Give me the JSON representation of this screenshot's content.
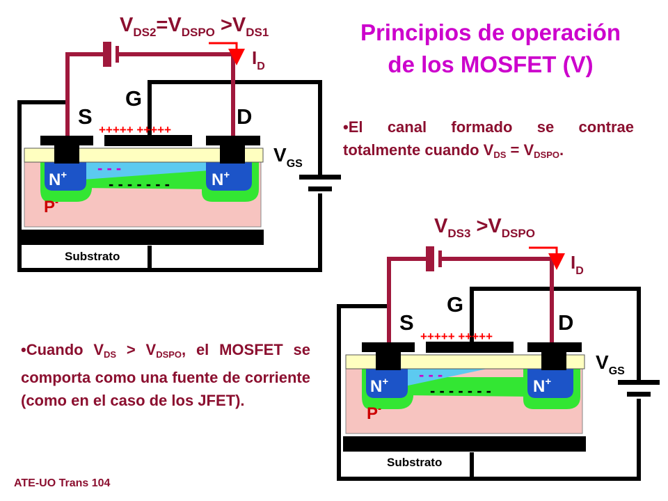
{
  "slide": {
    "title_line1": "Principios de operación",
    "title_line2": "de los MOSFET (V)",
    "footer": "ATE-UO Trans 104"
  },
  "text1": {
    "bullet": "•",
    "before": "El canal formado se contrae totalmente cuando V",
    "sub1": "DS",
    "mid": " = V",
    "sub2": "DSPO",
    "after": "."
  },
  "text2": {
    "bullet": "•",
    "before": "Cuando V",
    "sub1": "DS",
    "mid": " > V",
    "sub2": "DSPO",
    "after": ", el MOSFET se comporta como una fuente de corriente (como en el caso de los JFET)."
  },
  "diagram_top": {
    "vds_v1": "V",
    "vds_s1": "DS2",
    "vds_eq": "=V",
    "vds_s2": "DSPO",
    "vds_gt": " >V",
    "vds_s3": "DS1",
    "id_main": "I",
    "id_sub": "D",
    "gate": "G",
    "source": "S",
    "drain": "D",
    "plus_charges": "+++++ +++++",
    "minus_top": "-  -  -",
    "minus_bottom": "- - - - - - -",
    "n_left": "N",
    "n_left_sup": "+",
    "n_right": "N",
    "n_right_sup": "+",
    "p_label": "P",
    "p_sup": "-",
    "vgs_main": "V",
    "vgs_sub": "GS",
    "substrate": "Substrato"
  },
  "diagram_bottom": {
    "vds_v1": "V",
    "vds_s1": "DS3",
    "vds_gt": " >V",
    "vds_s2": "DSPO",
    "id_main": "I",
    "id_sub": "D",
    "gate": "G",
    "source": "S",
    "drain": "D",
    "plus_charges": "+++++ +++++",
    "minus_top": "-  -  -",
    "minus_bottom": "- - - - - - -",
    "n_left": "N",
    "n_left_sup": "+",
    "n_right": "N",
    "n_right_sup": "+",
    "p_label": "P",
    "p_sup": "-",
    "vgs_main": "V",
    "vgs_sub": "GS",
    "substrate": "Substrato"
  },
  "colors": {
    "title": "#cc00cc",
    "text": "#8b0f2f",
    "wire": "#000000",
    "drain_wire": "#a0183c",
    "substrate": "#f7c4c0",
    "oxide": "#ffffc0",
    "n_region": "#1c54c8",
    "channel": "#5ccaf0",
    "depletion": "#33e633",
    "id_arrow": "#ff0000"
  }
}
